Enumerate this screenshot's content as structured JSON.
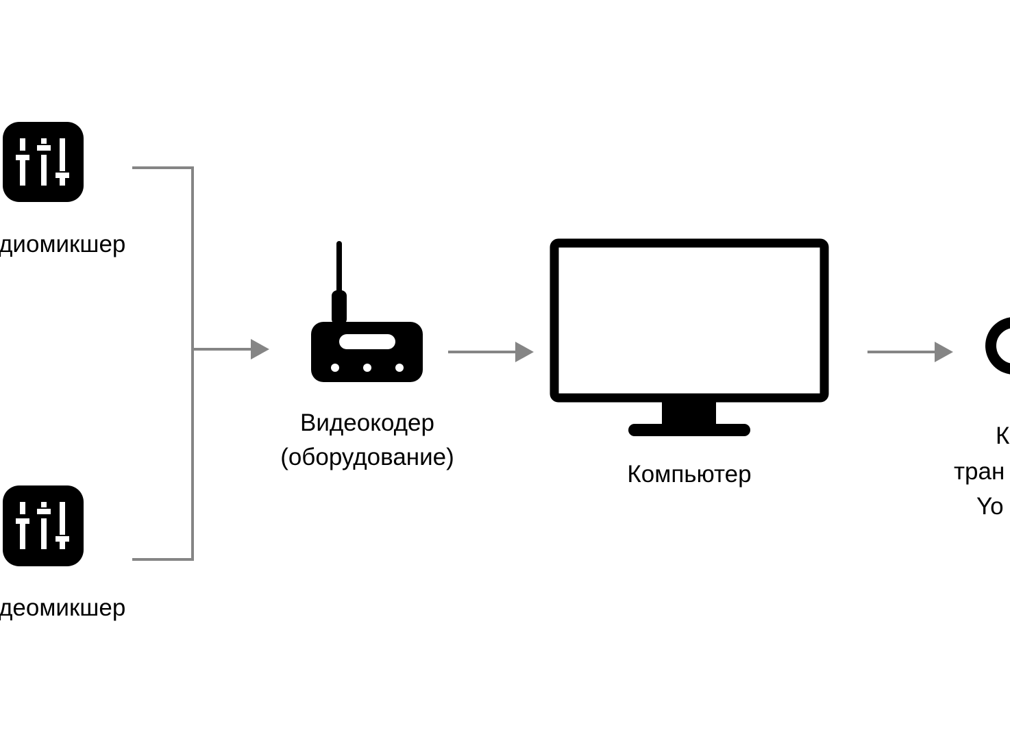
{
  "diagram": {
    "nodes": {
      "audio_mixer": {
        "label": "диомикшер",
        "icon": "mixer-sliders-icon"
      },
      "video_mixer": {
        "label": "деомикшер",
        "icon": "mixer-sliders-icon"
      },
      "encoder": {
        "label_line1": "Видеокодер",
        "label_line2": "(оборудование)",
        "icon": "hardware-encoder-icon"
      },
      "computer": {
        "label": "Компьютер",
        "icon": "monitor-icon"
      },
      "destination": {
        "label_line1": "К",
        "label_line2": "тран",
        "label_line3": "Yo",
        "icon": "ring-icon"
      }
    },
    "colors": {
      "connector": "#858585",
      "icon": "#000000",
      "background": "#ffffff"
    }
  }
}
